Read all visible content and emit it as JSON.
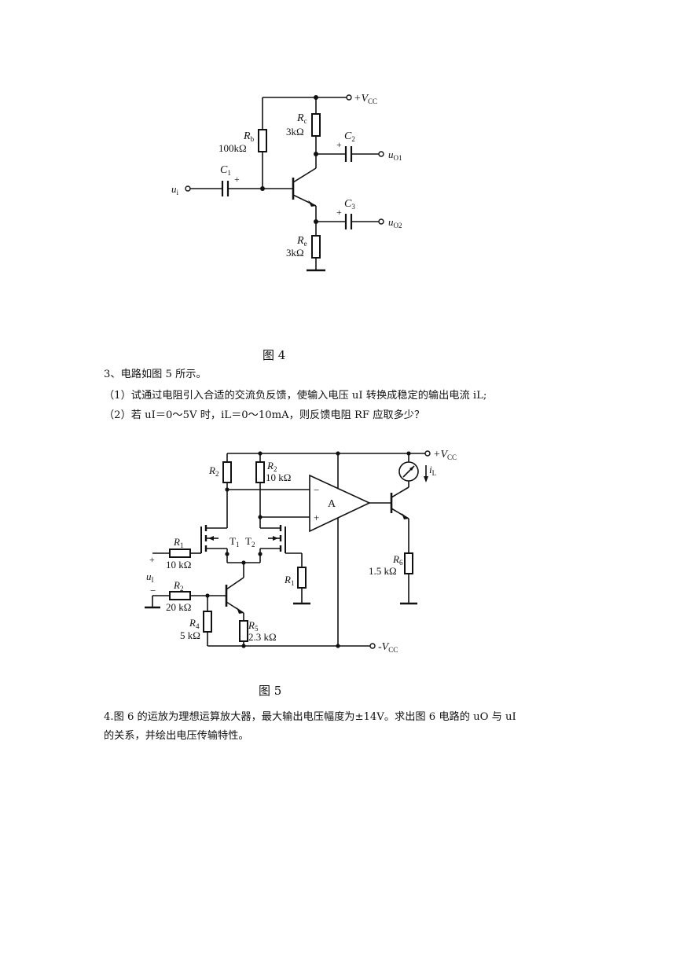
{
  "fig4": {
    "caption": "图 4",
    "labels": {
      "vcc": "+V",
      "vcc_sub": "CC",
      "rb_name": "R",
      "rb_sub": "b",
      "rb_val": "100kΩ",
      "rc_name": "R",
      "rc_sub": "c",
      "rc_val": "3kΩ",
      "re_name": "R",
      "re_sub": "e",
      "re_val": "3kΩ",
      "c1_name": "C",
      "c1_sub": "1",
      "c2_name": "C",
      "c2_sub": "2",
      "c3_name": "C",
      "c3_sub": "3",
      "ui": "u",
      "ui_sub": "i",
      "uo1": "u",
      "uo1_sub": "O1",
      "uo2": "u",
      "uo2_sub": "O2",
      "plus": "+"
    }
  },
  "problem3": {
    "title": "3、电路如图 5 所示。",
    "q1": "（1）试通过电阻引入合适的交流负反馈，使输入电压 uI 转换成稳定的输出电流 iL;",
    "q2": "（2）若 uI＝0～5V 时，iL＝0～10mA，则反馈电阻 RF 应取多少？"
  },
  "fig5": {
    "caption": "图 5",
    "labels": {
      "vcc": "+V",
      "vcc_sub": "CC",
      "nvcc": "-V",
      "nvcc_sub": "CC",
      "r2a_name": "R",
      "r2a_sub": "2",
      "r2b_name": "R",
      "r2b_sub": "2",
      "r2b_val": "10 kΩ",
      "r1a_name": "R",
      "r1a_sub": "1",
      "r1a_val": "10 kΩ",
      "r1b_name": "R",
      "r1b_sub": "1",
      "r2c_name": "R",
      "r2c_sub": "2",
      "r2c_val": "20 kΩ",
      "r4_name": "R",
      "r4_sub": "4",
      "r4_val": "5 kΩ",
      "r5_name": "R",
      "r5_sub": "5",
      "r5_val": "2.3 kΩ",
      "r6_name": "R",
      "r6_sub": "6",
      "r6_val": "1.5 kΩ",
      "amp": "A",
      "minus": "−",
      "plus": "+",
      "t1": "T",
      "t1_sub": "1",
      "t2": "T",
      "t2_sub": "2",
      "il": "i",
      "il_sub": "L",
      "ui": "u",
      "ui_sub": "I"
    }
  },
  "problem4": {
    "line1": "4.图 6 的运放为理想运算放大器，最大输出电压幅度为±14V。求出图 6 电路的 uO 与 uI",
    "line2": "的关系，并绘出电压传输特性。"
  }
}
